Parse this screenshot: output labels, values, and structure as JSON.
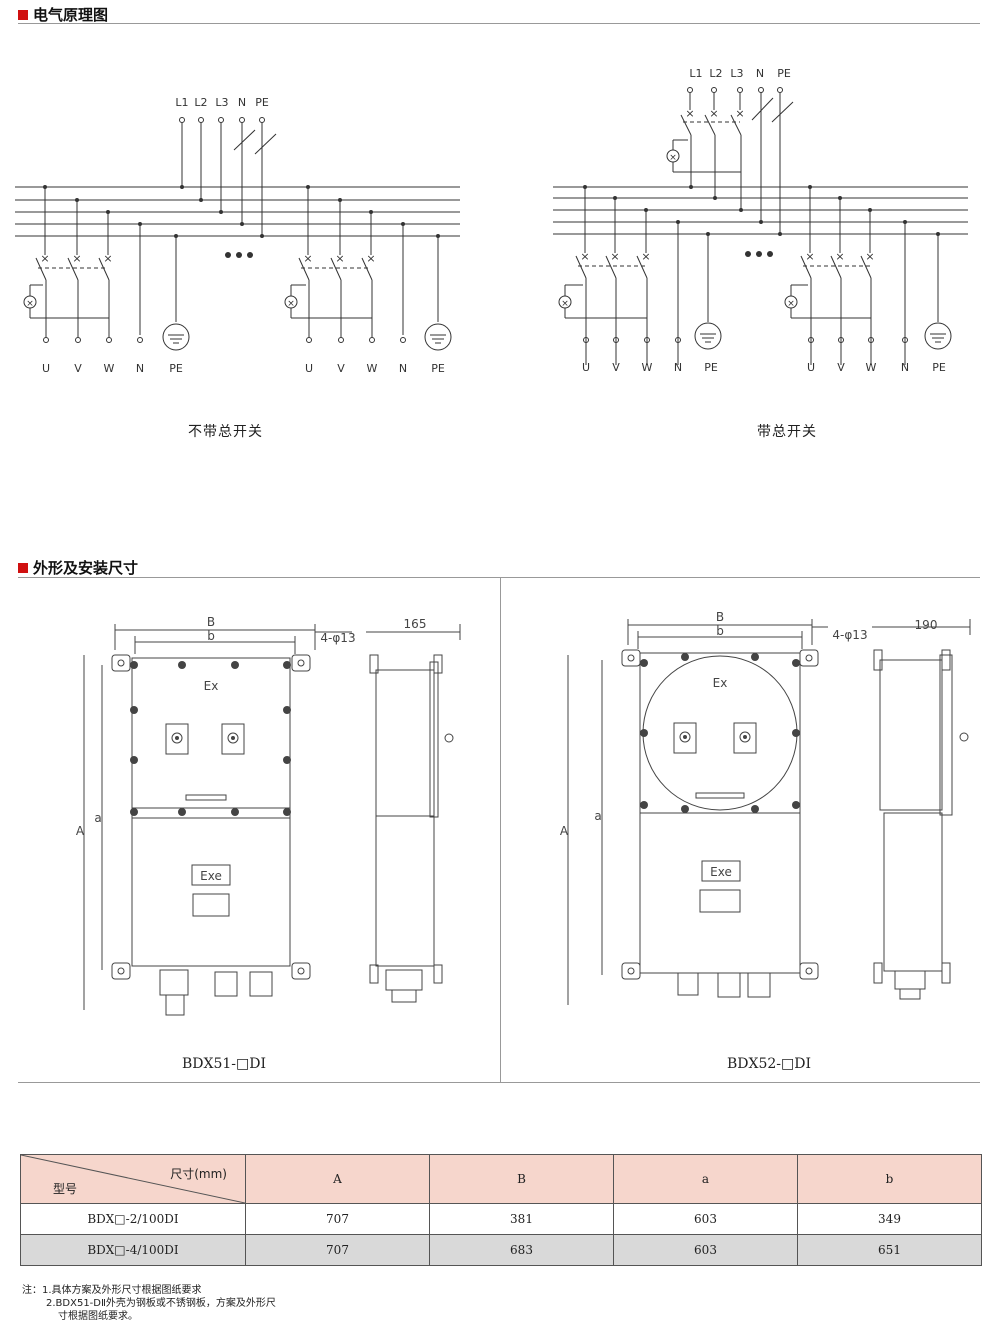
{
  "section1": {
    "title": "电气原理图"
  },
  "diagram_left": {
    "caption": "不带总开关",
    "bus_labels": [
      "L1",
      "L2",
      "L3",
      "N",
      "PE"
    ],
    "outputs_a": [
      "U",
      "V",
      "W",
      "N",
      "PE"
    ],
    "outputs_b": [
      "U",
      "V",
      "W",
      "N",
      "PE"
    ]
  },
  "diagram_right": {
    "caption": "带总开关",
    "bus_labels": [
      "L1",
      "L2",
      "L3",
      "N",
      "PE"
    ],
    "outputs_a": [
      "U",
      "V",
      "W",
      "N",
      "PE"
    ],
    "outputs_b": [
      "U",
      "V",
      "W",
      "N",
      "PE"
    ]
  },
  "section2": {
    "title": "外形及安装尺寸"
  },
  "drawing_left": {
    "caption": "BDX51-□DI",
    "B": "B",
    "b": "b",
    "A": "A",
    "a": "a",
    "hole": "4-φ13",
    "depth": "165",
    "ex": "Ex",
    "exe": "Exe"
  },
  "drawing_right": {
    "caption": "BDX52-□DI",
    "B": "B",
    "b": "b",
    "A": "A",
    "a": "a",
    "hole": "4-φ13",
    "depth": "190",
    "ex": "Ex",
    "exe": "Exe"
  },
  "table": {
    "corner_top": "尺寸(mm)",
    "corner_bottom": "型号",
    "headers": [
      "A",
      "B",
      "a",
      "b"
    ],
    "rows": [
      {
        "model": "BDX□-2/100DⅠ",
        "A": "707",
        "B": "381",
        "a": "603",
        "b": "349"
      },
      {
        "model": "BDX□-4/100DⅠ",
        "A": "707",
        "B": "683",
        "a": "603",
        "b": "651"
      }
    ]
  },
  "notes": [
    "注：1.具体方案及外形尺寸根据图纸要求",
    "2.BDX51-DⅡ外壳为钢板或不锈钢板，方案及外形尺",
    "寸根据图纸要求。"
  ]
}
